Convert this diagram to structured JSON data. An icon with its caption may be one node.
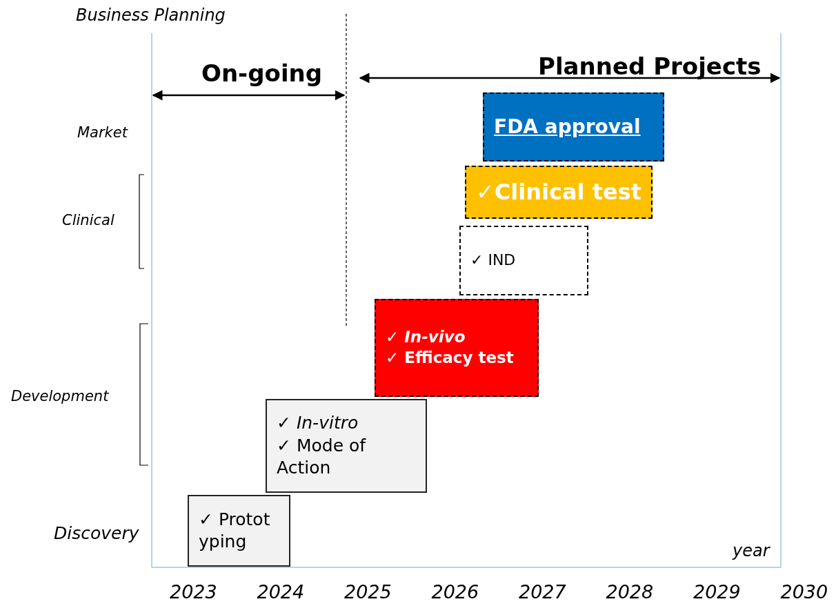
{
  "diagram": {
    "nodes": [
      {
        "text": [
          "FDA approval"
        ]
      },
      {
        "text": [
          "✓Clinical test"
        ]
      },
      {
        "text": [
          "✓ IND"
        ]
      },
      {
        "text": [
          "✓ *In-vivo*",
          "✓ Efficacy test"
        ]
      },
      {
        "text": [
          "✓ *In-vitro*",
          "✓ Mode of Action"
        ]
      },
      {
        "text": [
          "✓ Protot yping"
        ]
      }
    ],
    "edges": [],
    "labels": [
      "Business Planning",
      "On-going",
      "Planned Projects",
      "Market",
      "Clinical",
      "Development",
      "Discovery",
      "year",
      "2023",
      "2024",
      "2025",
      "2026",
      "2027",
      "2028",
      "2029",
      "2030"
    ]
  }
}
